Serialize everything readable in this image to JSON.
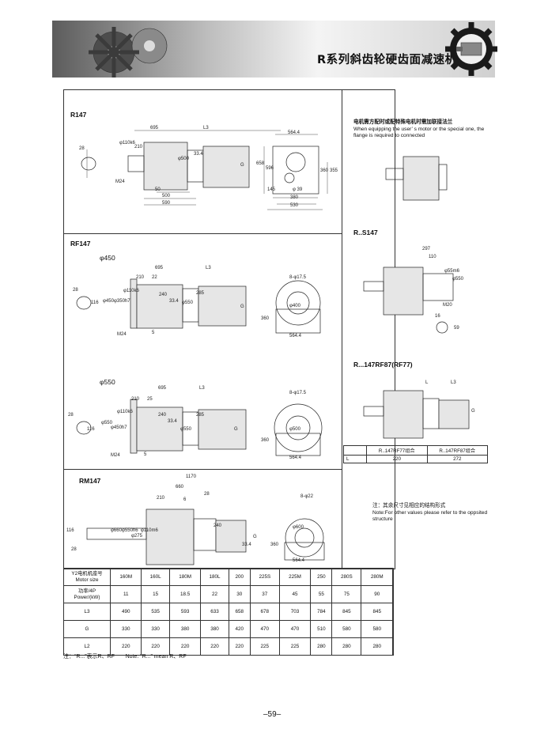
{
  "header": {
    "title": "R系列斜齿轮硬齿面减速机"
  },
  "sections": {
    "r147": {
      "title": "R147",
      "dims": [
        "695",
        "L3",
        "564.4",
        "28",
        "210",
        "φ110k6",
        "φ500",
        "33.4",
        "G",
        "658",
        "596",
        "360",
        "355",
        "M24",
        "50",
        "500",
        "590",
        "145",
        "φ 39",
        "380",
        "530"
      ]
    },
    "rf147": {
      "title": "RF147",
      "flange_a": "φ450",
      "flange_b": "φ550",
      "dims_a": [
        "695",
        "L3",
        "210",
        "22",
        "28",
        "116",
        "φ450",
        "φ350h7",
        "φ110k6",
        "240",
        "33.4",
        "φ550",
        "285",
        "G",
        "8-φ17.5",
        "φ400",
        "360",
        "564.4",
        "M24",
        "5"
      ],
      "dims_b": [
        "695",
        "L3",
        "210",
        "25",
        "28",
        "116",
        "φ550",
        "φ450h7",
        "φ110k6",
        "240",
        "33.4",
        "φ550",
        "285",
        "G",
        "8-φ17.5",
        "φ500",
        "360",
        "564.4",
        "M24",
        "5"
      ]
    },
    "rm147": {
      "title": "RM147",
      "dims": [
        "1170",
        "660",
        "28",
        "210",
        "6",
        "8-φ22",
        "116",
        "28",
        "φ660",
        "φ550h6",
        "φ275",
        "φ110m6",
        "240",
        "33.4",
        "G",
        "φ600",
        "360",
        "564.4"
      ]
    },
    "note_user_motor": {
      "cn": "电机需方配时或配特殊电机时需加联接法兰",
      "en": "When equipping the user’ s motor or the special one, the flange is required to connected"
    },
    "rs147": {
      "title": "R..S147",
      "dims": [
        "297",
        "110",
        "φ55m6",
        "φ550",
        "M20",
        "16",
        "59"
      ]
    },
    "r147rf87": {
      "title": "R...147RF87(RF77)",
      "dims": [
        "L",
        "L3",
        "G"
      ],
      "combo": {
        "row_label": "L",
        "headers": [
          "R..147RF77组合",
          "R..147RF87组合"
        ],
        "values": [
          "220",
          "272"
        ]
      }
    },
    "note_other": {
      "cn": "注：其余尺寸见相应的结构形式",
      "en": "Note:For other values please refer to the oppsited structure"
    }
  },
  "spec_table": {
    "rows": [
      {
        "label": [
          "Y2电机机座号",
          "Motor size"
        ],
        "values": [
          "160M",
          "160L",
          "180M",
          "180L",
          "200",
          "225S",
          "225M",
          "250",
          "280S",
          "280M"
        ]
      },
      {
        "label": [
          "功率/4P",
          "Power/(kW)"
        ],
        "values": [
          "11",
          "15",
          "18.5",
          "22",
          "30",
          "37",
          "45",
          "55",
          "75",
          "90"
        ]
      },
      {
        "label": [
          "L3"
        ],
        "values": [
          "490",
          "535",
          "593",
          "633",
          "658",
          "678",
          "703",
          "784",
          "845",
          "845"
        ]
      },
      {
        "label": [
          "G"
        ],
        "values": [
          "330",
          "330",
          "380",
          "380",
          "420",
          "470",
          "470",
          "510",
          "580",
          "580"
        ]
      },
      {
        "label": [
          "L2"
        ],
        "values": [
          "220",
          "220",
          "220",
          "220",
          "220",
          "225",
          "225",
          "280",
          "280",
          "280"
        ]
      }
    ]
  },
  "footnote": {
    "cn": "注：“R...”表示R、RF",
    "en": "Note: “R...” mean R、RF"
  },
  "page_number": "–59–"
}
